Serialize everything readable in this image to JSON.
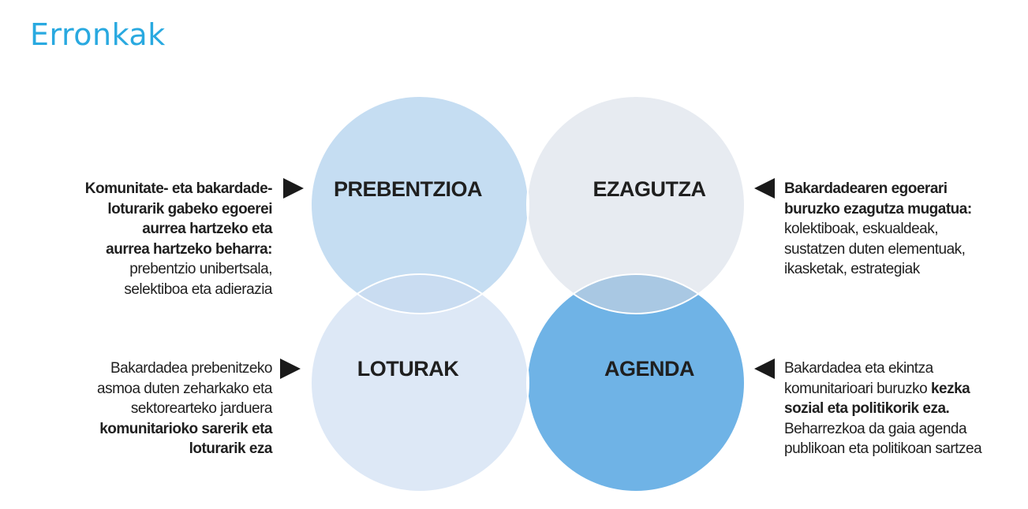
{
  "title": "Erronkak",
  "colors": {
    "title": "#29a9e0",
    "circle_top_left": "#c5ddf2",
    "circle_top_right": "#e7ebf1",
    "circle_bottom_left": "#dde8f6",
    "circle_bottom_right": "#6fb3e6",
    "overlap_top": "#d0dfec",
    "overlap_left": "#c9dcf1",
    "overlap_right": "#a9c8e3",
    "overlap_bottom": "#a6cbeb",
    "circle_outline": "#ffffff",
    "arrow": "#1a1a1a"
  },
  "circles": {
    "top_left": "PREBENTZIOA",
    "top_right": "EZAGUTZA",
    "bottom_left": "LOTURAK",
    "bottom_right": "AGENDA"
  },
  "annotations": {
    "top_left": {
      "lines": [
        {
          "text": "Komunitate- eta bakardade-",
          "bold": true
        },
        {
          "text": "loturarik gabeko egoerei",
          "bold": true
        },
        {
          "text": "aurrea hartzeko eta",
          "bold": true
        },
        {
          "text": "aurrea hartzeko beharra:",
          "bold": true
        },
        {
          "text": "prebentzio unibertsala,",
          "bold": false
        },
        {
          "text": "selektiboa eta adierazia",
          "bold": false
        }
      ]
    },
    "top_right": {
      "lines": [
        {
          "text": " Bakardadearen egoerari",
          "bold": true
        },
        {
          "text": "buruzko ezagutza mugatua:",
          "bold": true
        },
        {
          "text": "kolektiboak, eskualdeak,",
          "bold": false
        },
        {
          "text": "sustatzen duten elementuak,",
          "bold": false
        },
        {
          "text": "ikasketak, estrategiak",
          "bold": false
        }
      ]
    },
    "bottom_left": {
      "lines": [
        {
          "text": "Bakardadea prebenitzeko",
          "bold": false
        },
        {
          "text": "asmoa duten zeharkako eta",
          "bold": false
        },
        {
          "text": "sektorearteko jarduera",
          "bold": false
        },
        {
          "text": "komunitarioko sarerik eta",
          "bold": true
        },
        {
          "text": "loturarik eza",
          "bold": true
        }
      ]
    },
    "bottom_right": {
      "lines": [
        {
          "text": "Bakardadea eta ekintza",
          "bold": false
        },
        {
          "segments": [
            {
              "text": "komunitarioari buruzko ",
              "bold": false
            },
            {
              "text": "kezka",
              "bold": true
            }
          ]
        },
        {
          "text": "sozial eta politikorik eza.",
          "bold": true
        },
        {
          "text": "Beharrezkoa da gaia agenda",
          "bold": false
        },
        {
          "text": "publikoan eta politikoan sartzea",
          "bold": false
        }
      ]
    }
  }
}
